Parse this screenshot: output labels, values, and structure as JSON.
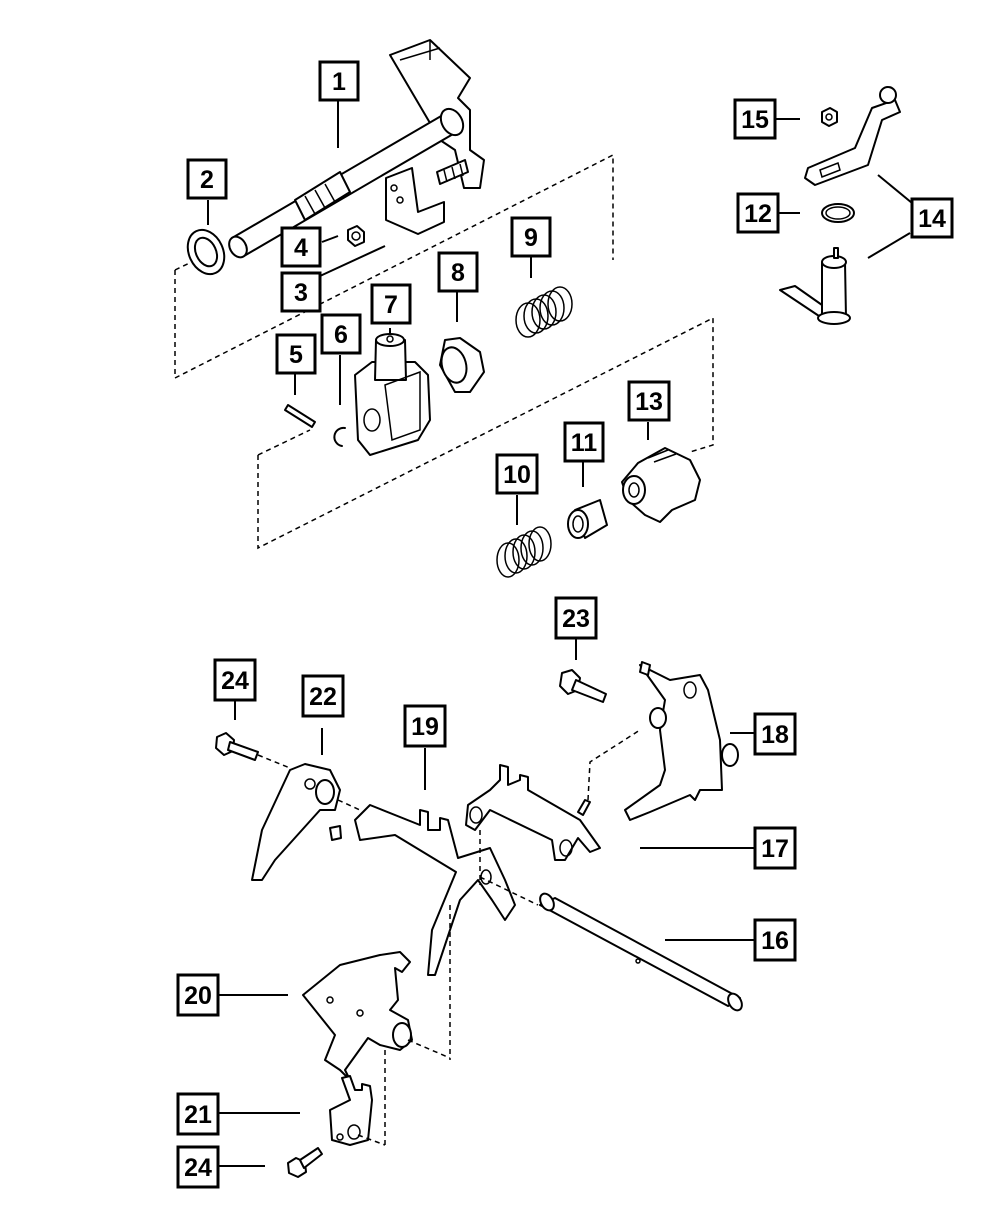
{
  "diagram": {
    "type": "exploded-parts-diagram",
    "subject": "Manual transmission shift mechanism",
    "callouts": [
      {
        "label": "1",
        "part": "shift-shaft"
      },
      {
        "label": "2",
        "part": "seal"
      },
      {
        "label": "3",
        "part": "bracket"
      },
      {
        "label": "4",
        "part": "nut"
      },
      {
        "label": "5",
        "part": "roll-pin"
      },
      {
        "label": "6",
        "part": "retaining-clip"
      },
      {
        "label": "7",
        "part": "shift-finger-housing"
      },
      {
        "label": "8",
        "part": "cam-bushing"
      },
      {
        "label": "9",
        "part": "spring"
      },
      {
        "label": "10",
        "part": "spring"
      },
      {
        "label": "11",
        "part": "bushing"
      },
      {
        "label": "12",
        "part": "o-ring"
      },
      {
        "label": "13",
        "part": "detent-cam"
      },
      {
        "label": "14",
        "part": "shift-lever-assembly"
      },
      {
        "label": "15",
        "part": "nut"
      },
      {
        "label": "16",
        "part": "shift-rail"
      },
      {
        "label": "17",
        "part": "interlock-plate"
      },
      {
        "label": "18",
        "part": "shift-fork"
      },
      {
        "label": "19",
        "part": "shift-fork"
      },
      {
        "label": "20",
        "part": "shift-fork"
      },
      {
        "label": "21",
        "part": "shift-lug"
      },
      {
        "label": "22",
        "part": "shift-fork"
      },
      {
        "label": "23",
        "part": "bolt"
      },
      {
        "label": "24",
        "part": "bolt"
      },
      {
        "label": "24",
        "part": "bolt"
      }
    ]
  }
}
